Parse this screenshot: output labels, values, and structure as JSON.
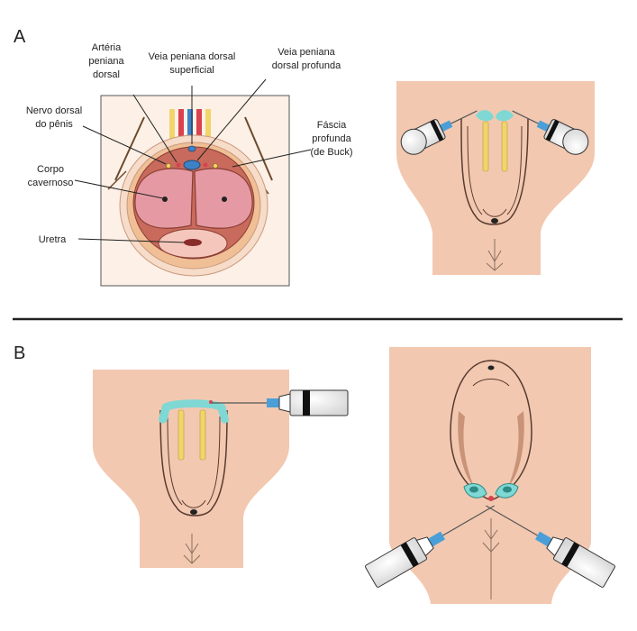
{
  "panels": {
    "a": "A",
    "b": "B"
  },
  "labels": {
    "arteria_line1": "Artéria",
    "arteria_line2": "peniana",
    "arteria_line3": "dorsal",
    "veia_sup_line1": "Veia peniana dorsal",
    "veia_sup_line2": "superficial",
    "veia_prof_line1": "Veia peniana",
    "veia_prof_line2": "dorsal profunda",
    "nervo_line1": "Nervo dorsal",
    "nervo_line2": "do pênis",
    "fascia_line1": "Fáscia",
    "fascia_line2": "profunda",
    "fascia_line3": "(de Buck)",
    "corpo_line1": "Corpo",
    "corpo_line2": "cavernoso",
    "uretra": "Uretra"
  },
  "colors": {
    "skin": "#f2c8b0",
    "skin_light": "#f6dcc9",
    "skin_dark": "#d9a88d",
    "tunica": "#c86a5c",
    "cavernosum": "#e59aa3",
    "cyan": "#7fd8d4",
    "yellow": "#f1d56a",
    "vessel_red": "#d9424f",
    "vessel_blue": "#3d82c9",
    "needle_blue": "#4a9fd8",
    "outline": "#5a3b30"
  }
}
